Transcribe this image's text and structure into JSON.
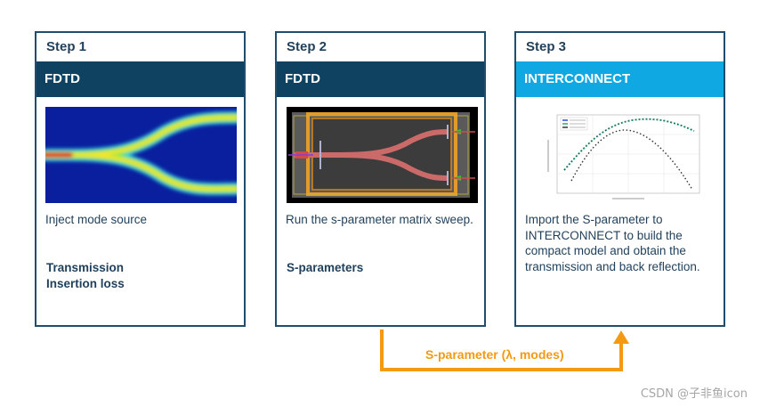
{
  "steps": [
    {
      "step_label": "Step 1",
      "tool": "FDTD",
      "description": "Inject mode source",
      "outputs": [
        "Transmission",
        "Insertion loss"
      ]
    },
    {
      "step_label": "Step 2",
      "tool": "FDTD",
      "description": "Run the s-parameter matrix sweep.",
      "outputs": [
        "S-parameters"
      ]
    },
    {
      "step_label": "Step 3",
      "tool": "INTERCONNECT",
      "description": "Import the S-parameter to INTERCONNECT to build the compact model and obtain the transmission and back reflection.",
      "outputs": []
    }
  ],
  "connector": {
    "label": "S-parameter (λ,  modes)"
  },
  "watermark": "CSDN @子非鱼icon",
  "colors": {
    "dark_band": "#0f4261",
    "cyan_band": "#0fa8e3",
    "border": "#1f4d6b",
    "text": "#1f3f5a",
    "arrow": "#f39a12"
  }
}
